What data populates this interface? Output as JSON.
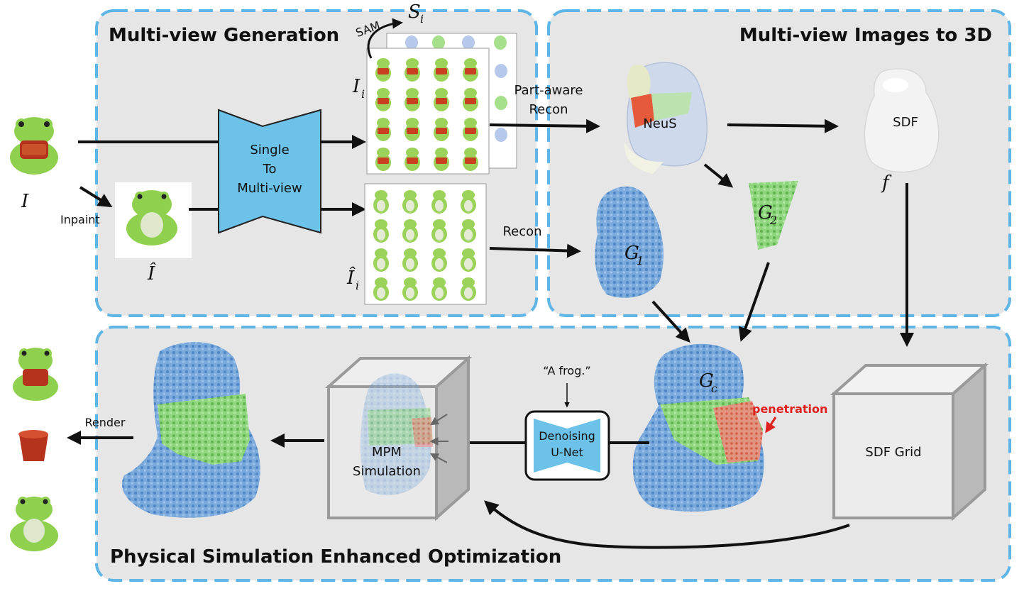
{
  "panels": {
    "multiview_generation": "Multi-view Generation",
    "multiview_to_3d": "Multi-view Images to 3D",
    "physical_simulation": "Physical Simulation Enhanced Optimization"
  },
  "symbols": {
    "input": "I",
    "inpainted": "Î",
    "multiview": "I",
    "multiview_sub": "i",
    "inpainted_multiview": "Î",
    "inpainted_multiview_sub": "i",
    "segmentation": "S",
    "segmentation_sub": "i",
    "g1": "G",
    "g1_sub": "1",
    "g2": "G",
    "g2_sub": "2",
    "gc": "G",
    "gc_sub": "c",
    "sdf_f": "f"
  },
  "labels": {
    "inpaint": "Inpaint",
    "sam": "SAM",
    "single_to_multiview_1": "Single",
    "single_to_multiview_2": "To",
    "single_to_multiview_3": "Multi-view",
    "part_aware_recon_1": "Part-aware",
    "part_aware_recon_2": "Recon",
    "recon": "Recon",
    "neus": "NeuS",
    "sdf": "SDF",
    "sdf_grid": "SDF Grid",
    "mpm_1": "MPM",
    "mpm_2": "Simulation",
    "denoising_1": "Denoising",
    "denoising_2": "U-Net",
    "prompt": "“A frog.”",
    "penetration": "penetration",
    "render": "Render"
  },
  "colors": {
    "panel_fill": "#e6e6e6",
    "panel_border": "#5fb6e6",
    "unet_fill": "#6cc2e8",
    "frog_green": "#8fd14f",
    "points_blue": "#6f9fd6",
    "points_green": "#8ad67a",
    "penetration_red": "#e0201c",
    "box_gray": "#cfcfcf"
  }
}
